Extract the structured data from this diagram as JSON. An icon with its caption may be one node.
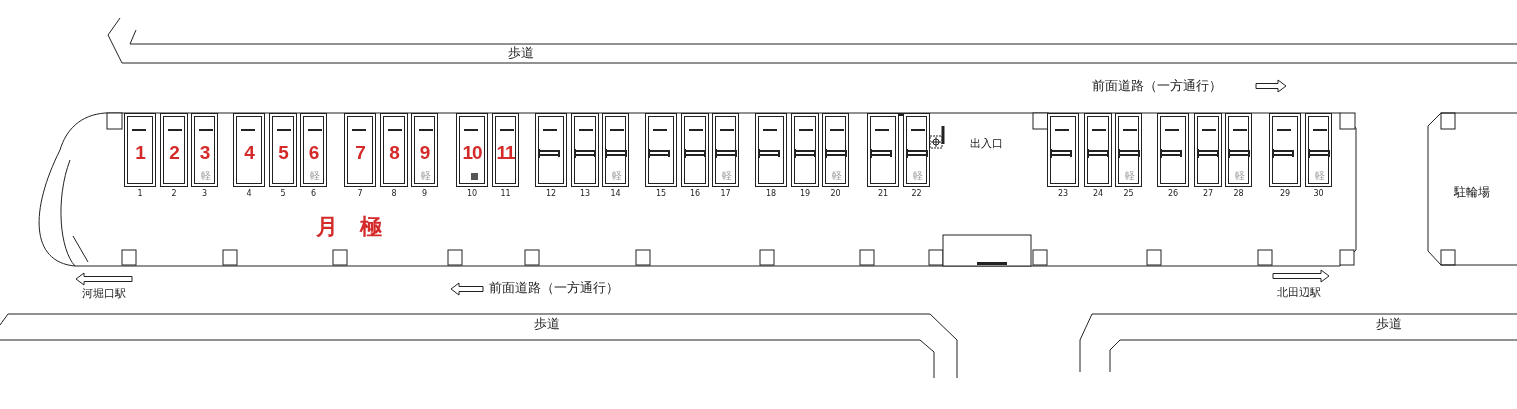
{
  "diagram": {
    "nodes": [
      {
        "text": [
          "1"
        ],
        "beside": [
          "1"
        ]
      },
      {
        "text": [
          "2"
        ],
        "beside": [
          "2"
        ]
      },
      {
        "text": [
          "3",
          "軽"
        ],
        "beside": [
          "3"
        ]
      },
      {
        "text": [
          "4"
        ],
        "beside": [
          "4"
        ]
      },
      {
        "text": [
          "5"
        ],
        "beside": [
          "5"
        ]
      },
      {
        "text": [
          "6",
          "軽"
        ],
        "beside": [
          "6"
        ]
      },
      {
        "text": [
          "7"
        ],
        "beside": [
          "7"
        ]
      },
      {
        "text": [
          "8"
        ],
        "beside": [
          "8"
        ]
      },
      {
        "text": [
          "9",
          "軽"
        ],
        "beside": [
          "9"
        ]
      },
      {
        "text": [
          "10"
        ],
        "beside": [
          "10"
        ]
      },
      {
        "text": [
          "11"
        ],
        "beside": [
          "11"
        ]
      },
      {
        "text": [],
        "shape": "box",
        "beside": [
          "12"
        ]
      },
      {
        "text": [],
        "shape": "box",
        "beside": [
          "13"
        ]
      },
      {
        "text": [
          "軽"
        ],
        "beside": [
          "14"
        ]
      },
      {
        "text": [],
        "shape": "box",
        "beside": [
          "15"
        ]
      },
      {
        "text": [],
        "shape": "box",
        "beside": [
          "16"
        ]
      },
      {
        "text": [
          "軽"
        ],
        "beside": [
          "17"
        ]
      },
      {
        "text": [],
        "shape": "box",
        "beside": [
          "18"
        ]
      },
      {
        "text": [],
        "shape": "box",
        "beside": [
          "19"
        ]
      },
      {
        "text": [
          "軽"
        ],
        "beside": [
          "20"
        ]
      },
      {
        "text": [],
        "shape": "box",
        "beside": [
          "21"
        ]
      },
      {
        "text": [
          "軽"
        ],
        "beside": [
          "22"
        ]
      },
      {
        "text": [],
        "shape": "box",
        "beside": [
          "23"
        ]
      },
      {
        "text": [],
        "shape": "box",
        "beside": [
          "24"
        ]
      },
      {
        "text": [
          "軽"
        ],
        "beside": [
          "25"
        ]
      },
      {
        "text": [],
        "shape": "box",
        "beside": [
          "26"
        ]
      },
      {
        "text": [],
        "shape": "box",
        "beside": [
          "27"
        ]
      },
      {
        "text": [
          "軽"
        ],
        "beside": [
          "28"
        ]
      },
      {
        "text": [],
        "shape": "box",
        "beside": [
          "29"
        ]
      },
      {
        "text": [
          "軽"
        ],
        "beside": [
          "30"
        ]
      },
      {
        "text": [
          "駐輪場"
        ]
      }
    ],
    "labels": [
      "歩道",
      "前面道路（一方通行）",
      "出入口",
      "月　極",
      "河堀口駅",
      "前面道路（一方通行）",
      "北田辺駅",
      "歩道",
      "歩道"
    ]
  }
}
